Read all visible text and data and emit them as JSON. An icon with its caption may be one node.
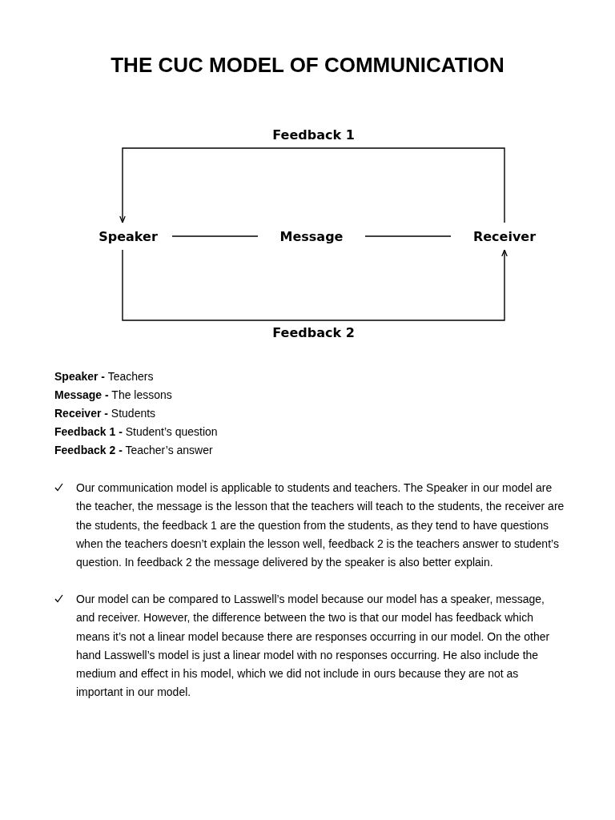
{
  "diagram": {
    "title": "THE CUC MODEL OF COMMUNICATION",
    "nodes": [
      {
        "text": [
          "Speaker"
        ]
      },
      {
        "text": [
          "Message"
        ]
      },
      {
        "text": [
          "Receiver"
        ]
      }
    ],
    "edges": [
      {
        "from": 0,
        "to": 1,
        "arrow": "none"
      },
      {
        "from": 1,
        "to": 2,
        "arrow": "none"
      },
      {
        "from": 2,
        "to": 0,
        "arrow": "to",
        "label": "Feedback 1"
      },
      {
        "from": 0,
        "to": 2,
        "arrow": "to",
        "label": "Feedback 2"
      }
    ],
    "labels": [
      "**Speaker -** Teachers",
      "**Message -** The lessons",
      "**Receiver -** Students",
      "**Feedback 1 -** Student’s question",
      "**Feedback 2 -** Teacher’s answer",
      "Our communication model is applicable to students and teachers. The Speaker in our model are the teacher, the message is the lesson that the teachers will teach to the students, the receiver are the students, the feedback 1 are the question from the students, as they tend to have questions when the teachers doesn’t explain the lesson well, feedback 2 is the teachers answer to student’s question. In feedback 2 the message delivered by the speaker is also better explain.",
      "Our model can be compared to Lasswell’s model because our model has a speaker, message, and receiver. However, the difference between the two is that our model has feedback which means it’s not a linear model because there are responses occurring in our model. On the other hand Lasswell’s model is just a linear model with no responses occurring. He also include the medium and effect in his model, which we did not include in ours because they are not as important in our model."
    ]
  }
}
